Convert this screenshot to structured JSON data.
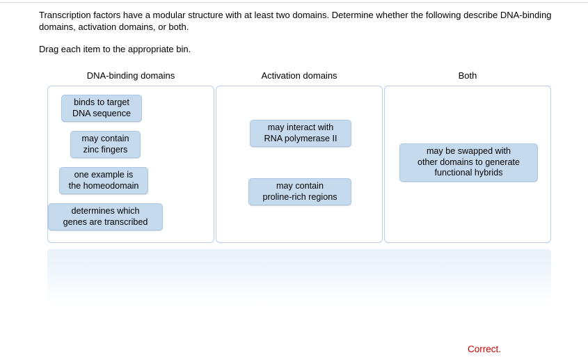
{
  "question": {
    "stem": "Transcription factors have a modular structure with at least two domains. Determine whether the following describe DNA-binding domains, activation domains, or both.",
    "instruction": "Drag each item to the appropriate bin."
  },
  "bins": [
    {
      "header": "DNA-binding domains",
      "items": [
        "binds to target\nDNA sequence",
        "may contain\nzinc fingers",
        "one example is\nthe homeodomain",
        "determines which\ngenes are transcribed"
      ]
    },
    {
      "header": "Activation domains",
      "items": [
        "may interact with\nRNA polymerase II",
        "may contain\nproline-rich regions"
      ]
    },
    {
      "header": "Both",
      "items": [
        "may be swapped with\nother domains to generate\nfunctional hybrids"
      ]
    }
  ],
  "tray": {
    "items": []
  },
  "feedback": {
    "text": "Correct.",
    "color": "#cc0000"
  },
  "colors": {
    "pill_fill": "#c6daee",
    "pill_border": "#aec7e0",
    "bin_border": "#b9d0e8",
    "tray_top": "#eaf1fa"
  }
}
